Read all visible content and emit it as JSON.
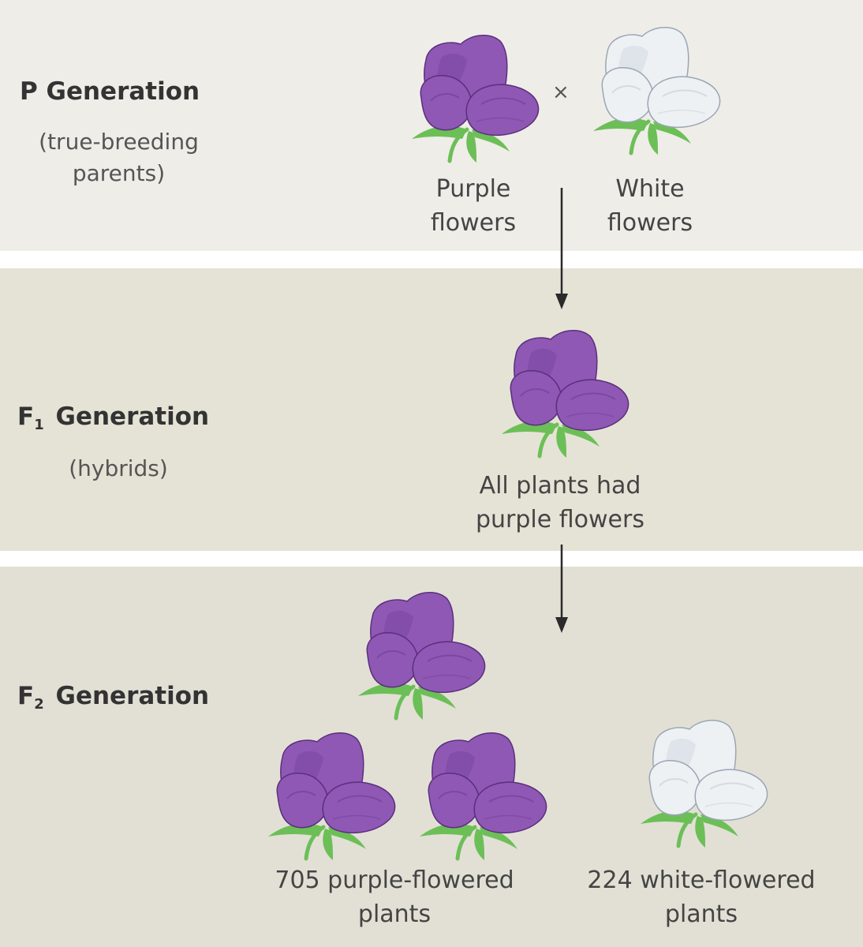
{
  "p_generation": {
    "title": "P Generation",
    "subtitle_line1": "(true-breeding",
    "subtitle_line2": "parents)",
    "cross_symbol": "×",
    "purple_label_line1": "Purple",
    "purple_label_line2": "flowers",
    "white_label_line1": "White",
    "white_label_line2": "flowers"
  },
  "f1_generation": {
    "title_prefix": "F",
    "title_subscript": "1",
    "title_suffix": "Generation",
    "subtitle": "(hybrids)",
    "caption_line1": "All plants had",
    "caption_line2": "purple flowers"
  },
  "f2_generation": {
    "title_prefix": "F",
    "title_subscript": "2",
    "title_suffix": "Generation",
    "purple_caption_line1": "705 purple-flowered",
    "purple_caption_line2": "plants",
    "white_caption_line1": "224 white-flowered",
    "white_caption_line2": "plants"
  },
  "colors": {
    "purple_petal": "#8f58b4",
    "purple_petal_dark": "#6d3d94",
    "white_petal": "#eef1f4",
    "white_petal_shade": "#c4ccd6",
    "leaf": "#6cbf57"
  }
}
